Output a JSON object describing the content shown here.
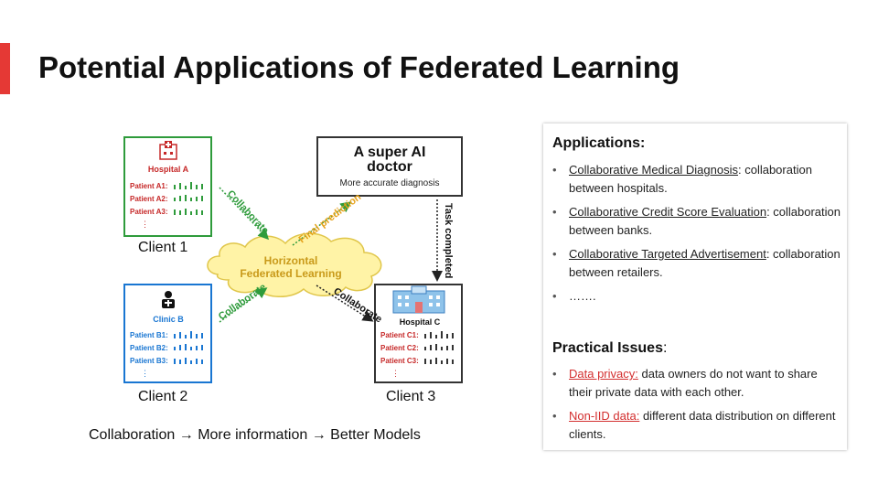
{
  "title": "Potential Applications of Federated Learning",
  "colors": {
    "accent": "#e53935",
    "hospital_green": "#2e9b3b",
    "clinic_blue": "#1976d2",
    "cloud_yellow": "#fff3a6",
    "issue_red": "#d32f2f"
  },
  "diagram": {
    "super_ai": {
      "title_line1": "A super AI",
      "title_line2": "doctor",
      "subtitle": "More accurate diagnosis"
    },
    "hospital_a": {
      "name": "Hospital A",
      "patients": [
        "Patient A1:",
        "Patient A2:",
        "Patient A3:"
      ]
    },
    "clinic_b": {
      "name": "Clinic B",
      "patients": [
        "Patient B1:",
        "Patient B2:",
        "Patient B3:"
      ]
    },
    "hospital_c": {
      "name": "Hospital C",
      "patients": [
        "Patient C1:",
        "Patient C2:",
        "Patient C3:"
      ]
    },
    "cloud": {
      "line1": "Horizontal",
      "line2": "Federated Learning"
    },
    "arrows": {
      "collaborate": "Collaborate",
      "final_prediction": "Final prediction",
      "task_completed": "Task completed"
    },
    "client_labels": [
      "Client 1",
      "Client 2",
      "Client 3"
    ],
    "caption": {
      "part1": "Collaboration",
      "part2": "More information",
      "part3": "Better Models"
    }
  },
  "panel": {
    "applications_heading": "Applications:",
    "applications": [
      {
        "term": "Collaborative Medical Diagnosis",
        "rest": ": collaboration between hospitals."
      },
      {
        "term": "Collaborative Credit Score Evaluation",
        "rest": ": collaboration between banks."
      },
      {
        "term": "Collaborative Targeted Advertisement",
        "rest": ": collaboration between retailers."
      },
      {
        "term": "",
        "rest": "……."
      }
    ],
    "issues_heading_bold": "Practical Issues",
    "issues_heading_rest": ":",
    "issues": [
      {
        "term": "Data privacy:",
        "rest": " data owners do not want to share their private data with each other."
      },
      {
        "term": "Non-IID data:",
        "rest": " different data distribution on different clients."
      }
    ],
    "bullet": "•"
  }
}
